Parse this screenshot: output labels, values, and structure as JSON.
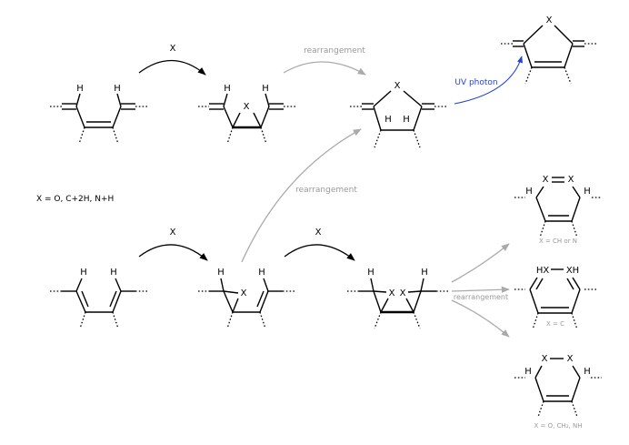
{
  "labels": {
    "x_top": "X",
    "rearrangement_top": "rearrangement",
    "uv_photon": "UV photon",
    "rearrangement_mid": "rearrangement",
    "x_definition": "X = O, C+2H, N+H",
    "x_bottom_left": "X",
    "x_bottom_mid": "X",
    "rearrangement_bottom": "rearrangement",
    "note_ch_or_n": "X = CH or N",
    "note_c": "X = C",
    "note_o_ch2_nh": "X = O, CH₂, NH"
  },
  "atoms": {
    "h": "H",
    "x": "X",
    "hx": "HX",
    "xh": "XH"
  },
  "colors": {
    "black_arrow": "#000000",
    "grey_arrow": "#aaaaaa",
    "blue_arrow": "#2244cc"
  }
}
